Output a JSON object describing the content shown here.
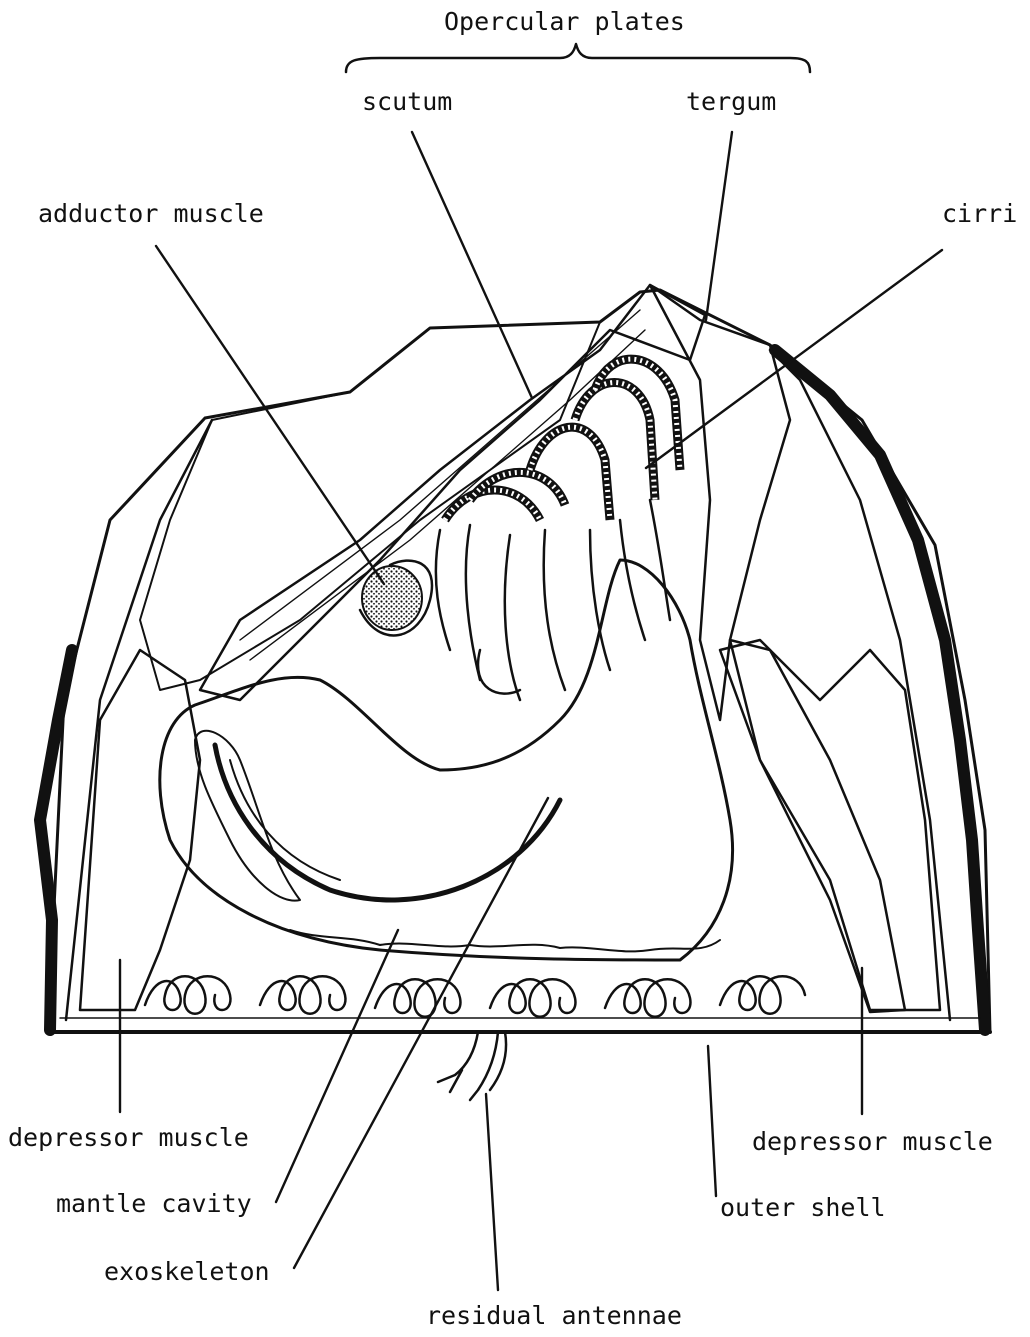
{
  "labels": {
    "opercular_plates": "Opercular plates",
    "scutum": "scutum",
    "tergum": "tergum",
    "adductor_muscle": "adductor muscle",
    "cirri": "cirri",
    "depressor_muscle_left": "depressor muscle",
    "depressor_muscle_right": "depressor muscle",
    "mantle_cavity": "mantle cavity",
    "outer_shell": "outer shell",
    "exoskeleton": "exoskeleton",
    "residual_antennae": "residual antennae"
  }
}
